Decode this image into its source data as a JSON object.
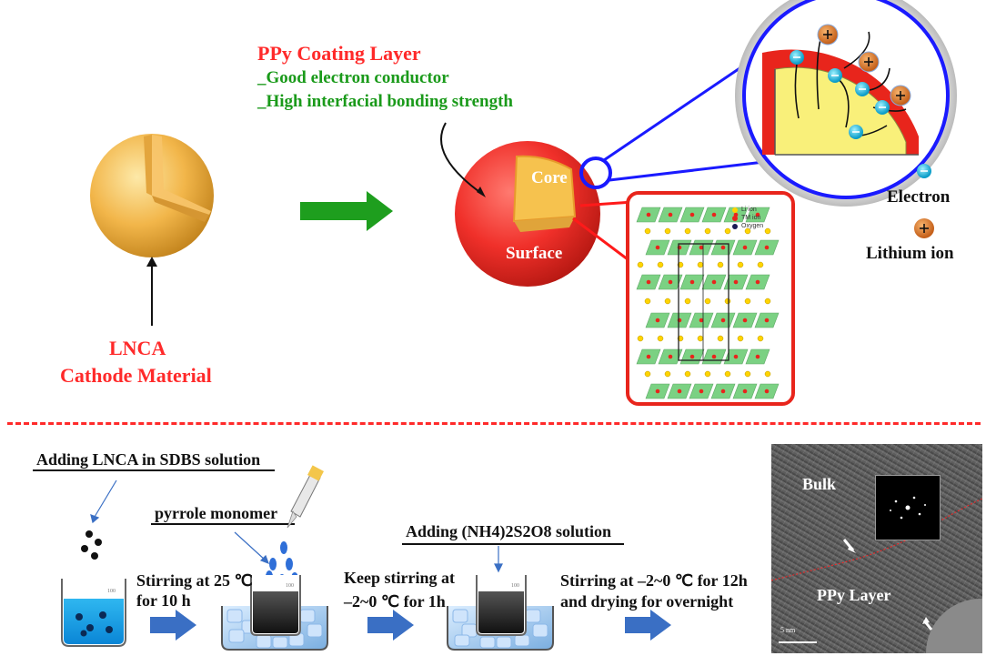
{
  "top": {
    "lnca_line1": "LNCA",
    "lnca_line2": "Cathode Material",
    "ppy_title": "PPy Coating Layer",
    "ppy_prop1": "_Good electron conductor",
    "ppy_prop2": "_High interfacial bonding strength",
    "core_label": "Core",
    "surface_label": "Surface",
    "electron_label": "Electron",
    "lithium_label": "Lithium ion",
    "lattice_legend": [
      "Li ion",
      "TM ion",
      "Oxygen"
    ]
  },
  "bottom": {
    "step1_title": "Adding LNCA in SDBS solution",
    "step1_stir_line1": "Stirring at 25 ℃",
    "step1_stir_line2": "for 10 h",
    "pyrrole_label": "pyrrole monomer",
    "keep_line1": "Keep stirring at",
    "keep_line2": "–2~0 ℃ for 1h",
    "adding_title": "Adding (NH4)2S2O8 solution",
    "final_line1": "Stirring at –2~0 ℃ for 12h",
    "final_line2": "and drying for overnight",
    "tem_bulk": "Bulk",
    "tem_ppy": "PPy Layer",
    "tem_scale": "5 nm"
  },
  "colors": {
    "red": "#ff2a2a",
    "green": "#1a9a1a",
    "arrow_green": "#1e9e1e",
    "arrow_blue": "#3a6fc4",
    "zoom_blue": "#1a1aff"
  }
}
